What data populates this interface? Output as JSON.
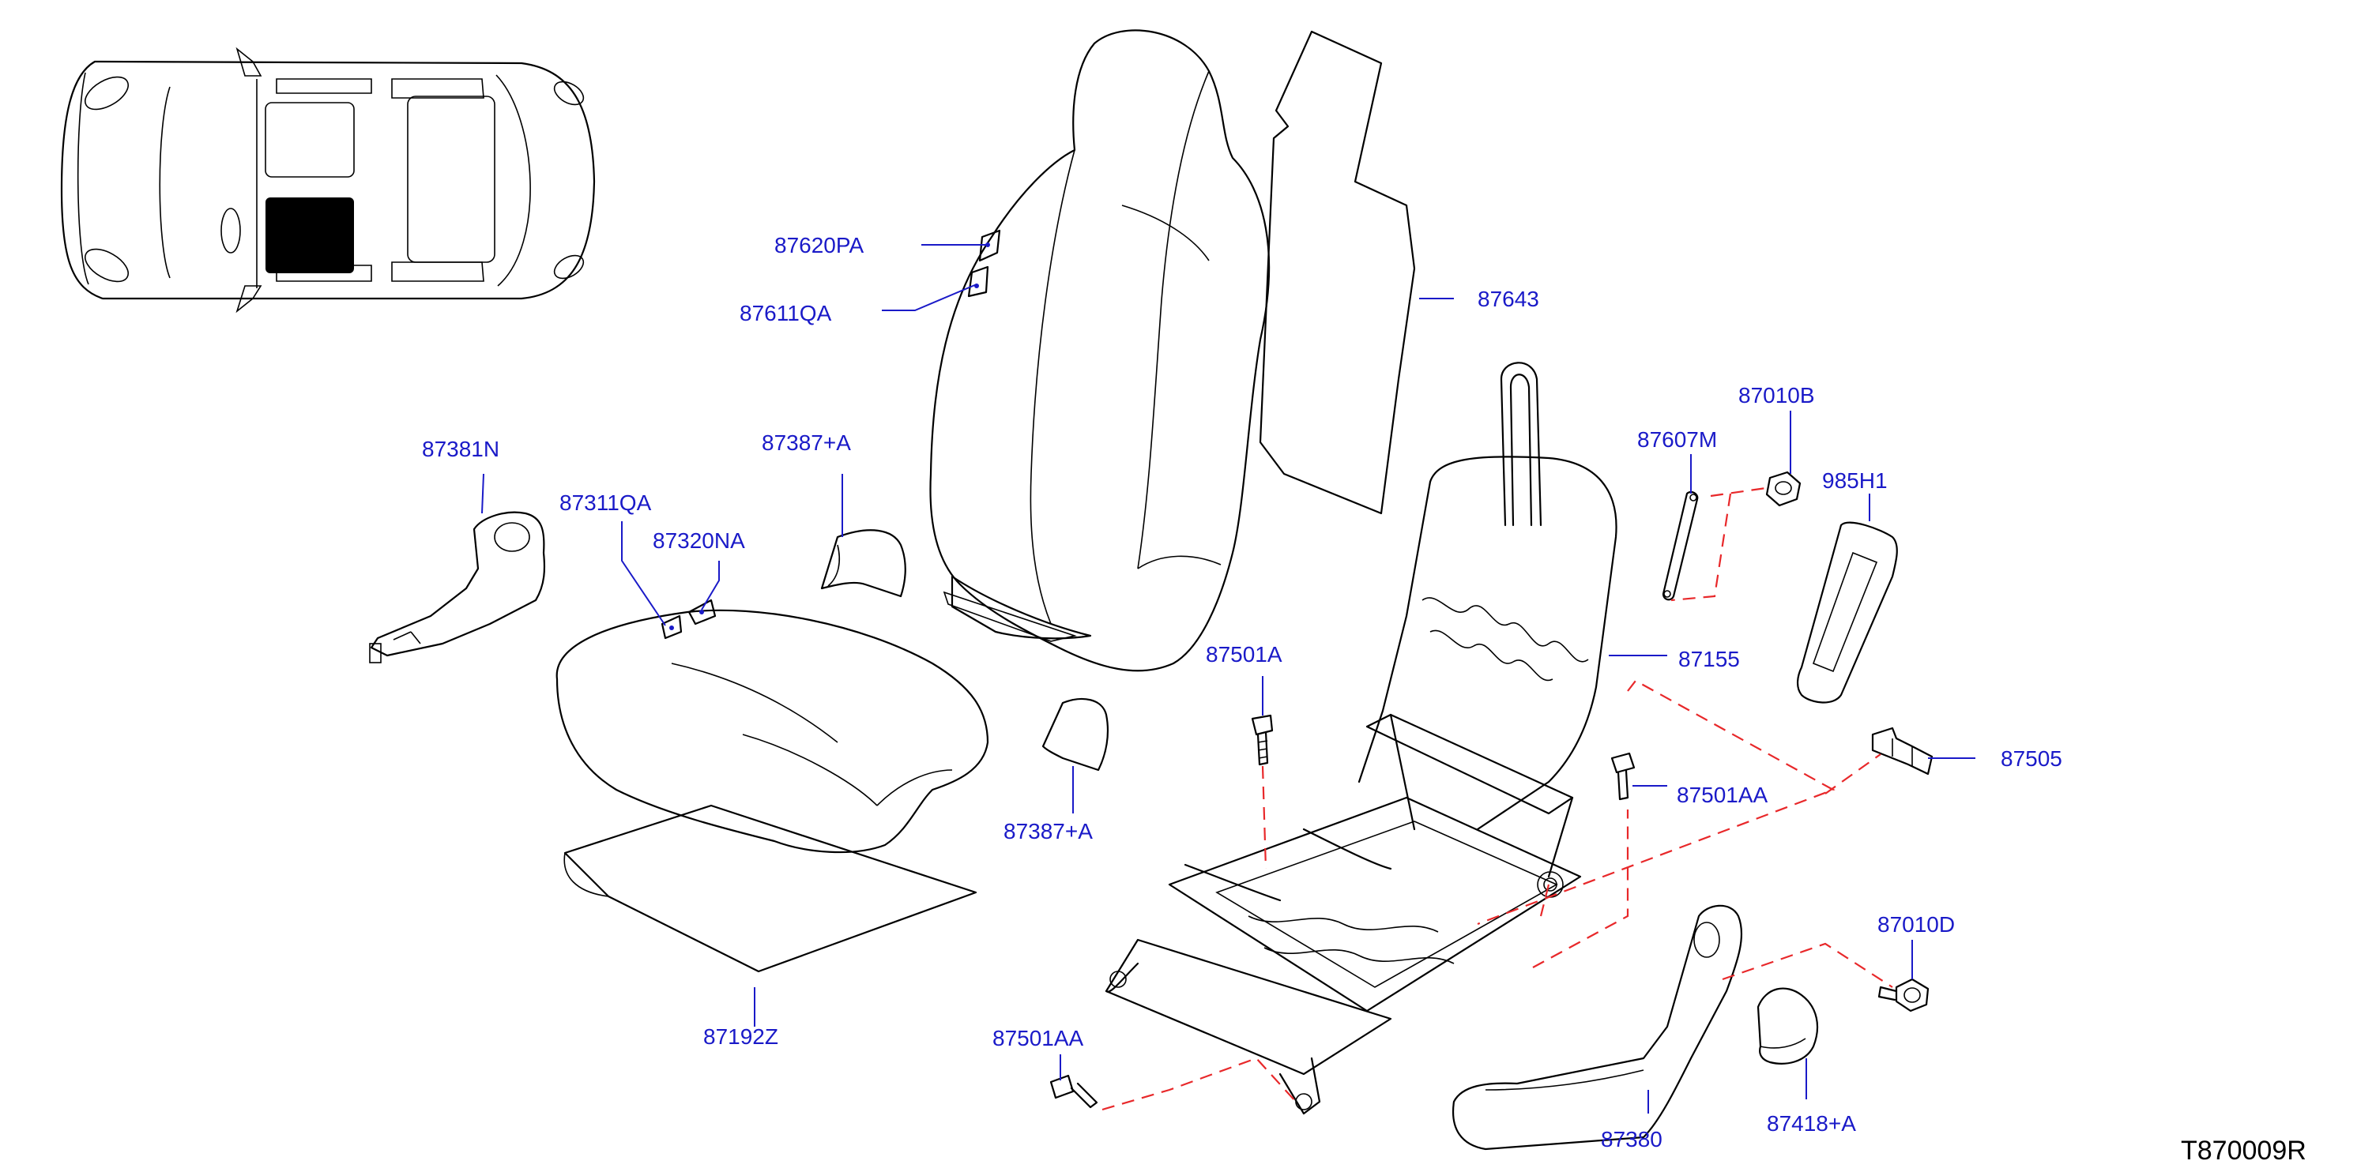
{
  "colors": {
    "label": "#1a1ac8",
    "line": "#000000",
    "dashed": "#e8282a",
    "shaded": "#000000"
  },
  "diagram": {
    "reference": "T870009R"
  },
  "parts": [
    {
      "id": "87620PA"
    },
    {
      "id": "87611QA"
    },
    {
      "id": "87643"
    },
    {
      "id": "87381N"
    },
    {
      "id": "87311QA"
    },
    {
      "id": "87320NA"
    },
    {
      "id": "87387+A"
    },
    {
      "id": "87387+A"
    },
    {
      "id": "87192Z"
    },
    {
      "id": "87501A"
    },
    {
      "id": "87501AA"
    },
    {
      "id": "87501AA"
    },
    {
      "id": "87155"
    },
    {
      "id": "87607M"
    },
    {
      "id": "87010B"
    },
    {
      "id": "985H1"
    },
    {
      "id": "87505"
    },
    {
      "id": "87010D"
    },
    {
      "id": "87380"
    },
    {
      "id": "87418+A"
    }
  ]
}
